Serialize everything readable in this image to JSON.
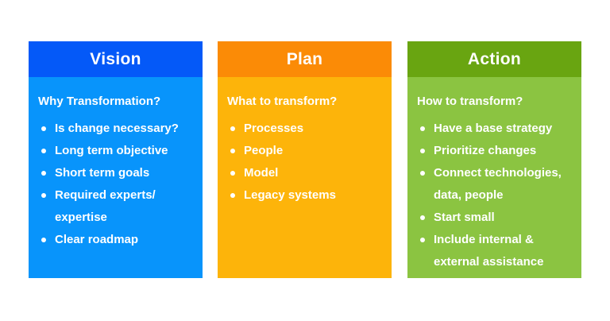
{
  "diagram_title": "Vision Plan Action digital transformation diagram",
  "background": "#ffffff",
  "text_color": "#ffffff",
  "columns": [
    {
      "id": "vision",
      "title": "Vision",
      "heading": "Why Transformation?",
      "bullets": [
        "Is change necessary?",
        "Long term objective",
        "Short term goals",
        "Required experts/\nexpertise",
        "Clear roadmap"
      ],
      "colors": {
        "header": "#0459f8",
        "body": "#0894fb"
      }
    },
    {
      "id": "plan",
      "title": "Plan",
      "heading": "What to transform?",
      "bullets": [
        "Processes",
        "People",
        "Model",
        "Legacy systems"
      ],
      "colors": {
        "header": "#fb8b06",
        "body": "#fdb40a"
      }
    },
    {
      "id": "action",
      "title": "Action",
      "heading": "How to transform?",
      "bullets": [
        "Have a base strategy",
        "Prioritize changes",
        "Connect technologies,\ndata, people",
        "Start small",
        "Include internal &\nexternal assistance"
      ],
      "colors": {
        "header": "#69a511",
        "body": "#8bc441"
      }
    }
  ]
}
